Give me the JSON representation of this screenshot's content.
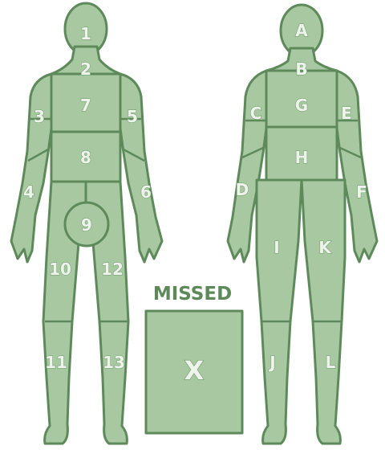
{
  "front": {
    "zones": [
      "1",
      "2",
      "3",
      "4",
      "5",
      "6",
      "7",
      "8",
      "9",
      "10",
      "11",
      "12",
      "13"
    ]
  },
  "back": {
    "zones": [
      "A",
      "B",
      "C",
      "D",
      "E",
      "F",
      "G",
      "H",
      "I",
      "J",
      "K",
      "L"
    ]
  },
  "missed": {
    "title": "MISSED",
    "label": "X"
  },
  "colors": {
    "fill": "#a8c8a2",
    "outline": "#5e8a5b",
    "label_fill": "#eef4ec"
  }
}
